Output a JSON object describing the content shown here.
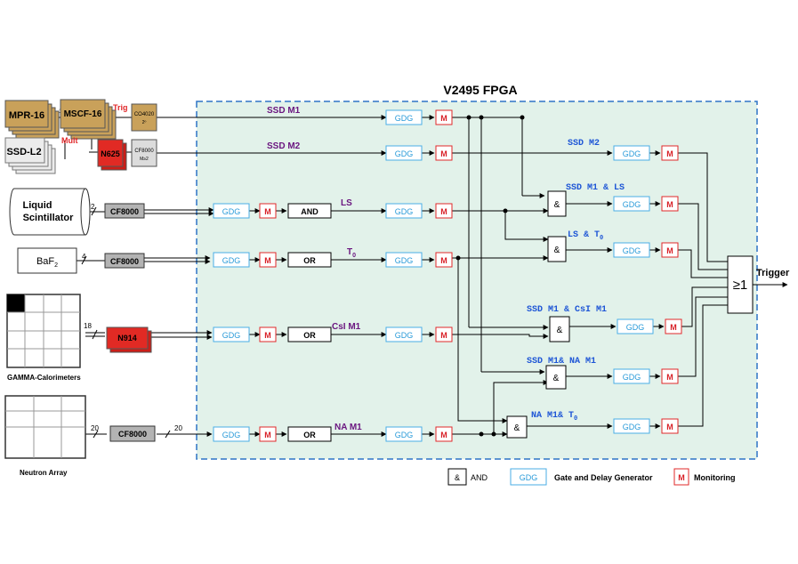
{
  "title": "V2495 FPGA",
  "colors": {
    "panel_fill": "#e2f2ea",
    "panel_border": "#2e74c6",
    "gdg_border": "#4aaee6",
    "gdg_text": "#2a9bd9",
    "mon_border": "#e0282a",
    "mon_text": "#d81f26",
    "signal_label": "#6b1780",
    "logic_label": "#1d55d6",
    "module_gold": "#c9a15a",
    "module_red": "#e12a24",
    "module_gray": "#b3b3b3"
  },
  "detectors": {
    "mpr": "MPR-16",
    "ssdl2": "SSD-L2",
    "mscf": "MSCF-16",
    "trig": "Trig",
    "mult": "Mult",
    "n625": "N625",
    "co4020": "CO4020",
    "co4020_sub": "2º",
    "cf8000_small": "CF8000",
    "cf8000_small_sub": "M≥2",
    "liquid_l1": "Liquid",
    "liquid_l2": "Scintillator",
    "baf_main": "BaF",
    "baf_sub": "2",
    "gamma": "GAMMA-Calorimeters",
    "neutron": "Neutron Array",
    "n914": "N914",
    "cf8000": "CF8000",
    "mpr_count": "16",
    "liquid_count": "2",
    "baf_count": "4",
    "gamma_count": "18",
    "neutron_count": "20",
    "neutron_out_count": "20"
  },
  "signals": {
    "ssd_m1": "SSD M1",
    "ssd_m2": "SSD M2",
    "ls": "LS",
    "t0_main": "T",
    "t0_sub": "0",
    "csi_m1": "CsI M1",
    "na_m1": "NA M1"
  },
  "blocks": {
    "gdg": "GDG",
    "mon": "M",
    "and": "AND",
    "or": "OR",
    "amp": "&",
    "or_trigger": "≥1"
  },
  "logic_labels": {
    "ssd_m2": "SSD M2",
    "ssd_m1_ls": "SSD M1 & LS",
    "ls_t0_main": "LS & T",
    "ls_t0_sub": "0",
    "ssd_m1_csi": "SSD M1 & CsI M1",
    "ssd_m1_na": "SSD M1& NA M1",
    "na_t0_main": "NA M1& T",
    "na_t0_sub": "0"
  },
  "output": "Trigger",
  "legend": {
    "and_symbol": "&",
    "and_label": "AND",
    "gdg_symbol": "GDG",
    "gdg_label": "Gate and Delay Generator",
    "mon_symbol": "M",
    "mon_label": "Monitoring"
  }
}
